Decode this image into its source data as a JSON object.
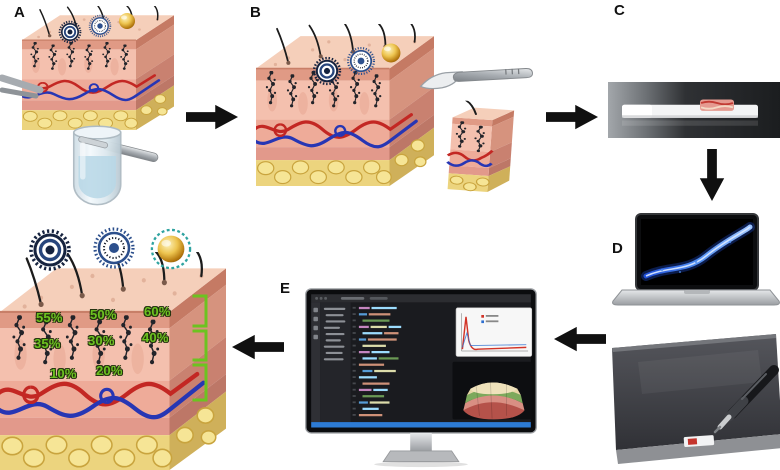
{
  "panels": {
    "a": {
      "label": "A"
    },
    "b": {
      "label": "B"
    },
    "c": {
      "label": "C"
    },
    "d": {
      "label": "D"
    },
    "e": {
      "label": "E"
    }
  },
  "percentages": [
    "55%",
    "50%",
    "60%",
    "35%",
    "30%",
    "40%",
    "10%",
    "20%"
  ],
  "colors": {
    "accent-green": "#6cc320",
    "vessel-red": "#c32723",
    "vessel-blue": "#2736b4",
    "skin-pink": "#f4c0ae",
    "fat-yellow": "#ecd47e",
    "particle-navy": "#16233f",
    "particle-gold": "#edc44f",
    "arrow-black": "#101010",
    "screen-dark": "#1a1b1f",
    "statusbar-blue": "#2d7bd4"
  },
  "icons": {
    "skin-block-illustration": "3d-skin-tissue-block",
    "liposome-icon": "concentric-ring-nanoparticle",
    "gold-nanoparticle-icon": "gold-sphere",
    "homogenizer-vial-icon": "vial-with-probe",
    "scalpel-icon": "scalpel",
    "microscope-slide-photo": "slide-with-tissue-section",
    "laptop-photo": "laptop-with-imaging-data",
    "sampling-stage-photo": "stage-with-pen-probe",
    "monitor-illustration": "desktop-monitor-code-editor",
    "arrow-icon": "solid-black-arrow"
  }
}
